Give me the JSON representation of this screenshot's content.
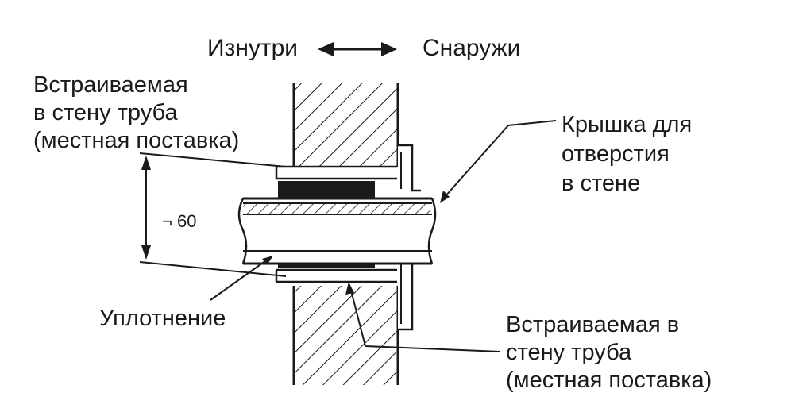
{
  "direction": {
    "inside": "Изнутри",
    "outside": "Снаружи"
  },
  "labels": {
    "embedded_pipe_top": [
      "Встраиваемая",
      "в стену труба",
      "(местная поставка)"
    ],
    "wall_hole_cover": [
      "Крышка для",
      "отверстия",
      "в стене"
    ],
    "dimension": "¬ 60",
    "seal": "Уплотнение",
    "embedded_pipe_bottom": [
      "Встраиваемая в",
      "стену труба",
      "(местная поставка)"
    ]
  },
  "colors": {
    "line": "#1a1a1a",
    "background": "#ffffff",
    "seal_fill": "#1a1a1a"
  }
}
